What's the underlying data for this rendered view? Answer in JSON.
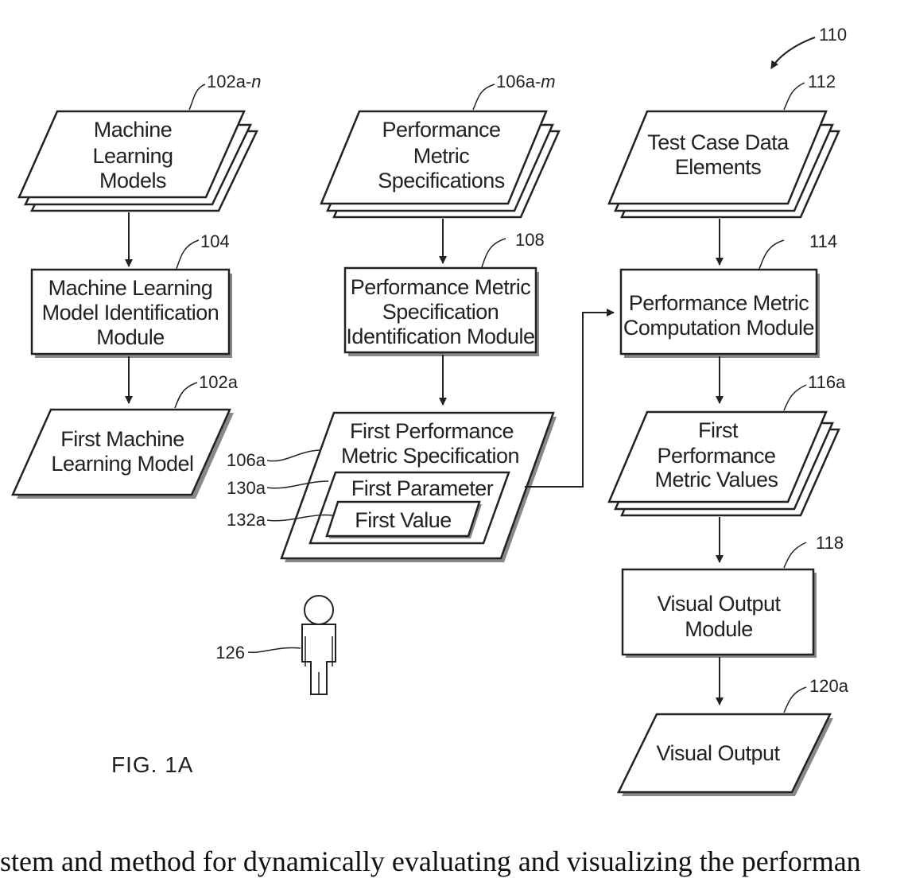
{
  "figure": {
    "system_ref": "110",
    "caption": "FIG. 1A",
    "stacks": {
      "ml_models": {
        "lines": [
          "Machine",
          "Learning",
          "Models"
        ],
        "ref": "102a-",
        "ref_italic": "n"
      },
      "metric_specs": {
        "lines": [
          "Performance",
          "Metric",
          "Specifications"
        ],
        "ref": "106a-",
        "ref_italic": "m"
      },
      "test_case": {
        "lines": [
          "Test Case Data",
          "Elements"
        ],
        "ref": "112"
      },
      "metric_values": {
        "lines": [
          "First",
          "Performance",
          "Metric Values"
        ],
        "ref": "116a"
      }
    },
    "modules": {
      "ml_id": {
        "lines": [
          "Machine Learning",
          "Model Identification",
          "Module"
        ],
        "ref": "104"
      },
      "spec_id": {
        "lines": [
          "Performance Metric",
          "Specification",
          "Identification Module"
        ],
        "ref": "108"
      },
      "computation": {
        "lines": [
          "Performance Metric",
          "Computation Module"
        ],
        "ref": "114"
      },
      "visual_output_module": {
        "lines": [
          "Visual Output",
          "Module"
        ],
        "ref": "118"
      }
    },
    "data_items": {
      "first_model": {
        "lines": [
          "First Machine",
          "Learning Model"
        ],
        "ref": "102a"
      },
      "first_spec": {
        "lines": [
          "First Performance",
          "Metric Specification"
        ],
        "ref": "106a"
      },
      "first_parameter": {
        "label": "First Parameter",
        "ref": "130a"
      },
      "first_value": {
        "label": "First Value",
        "ref": "132a"
      },
      "visual_output": {
        "label": "Visual Output",
        "ref": "120a"
      }
    },
    "user": {
      "ref": "126"
    }
  },
  "footer_text": "ystem and method for dynamically evaluating and visualizing the performan"
}
